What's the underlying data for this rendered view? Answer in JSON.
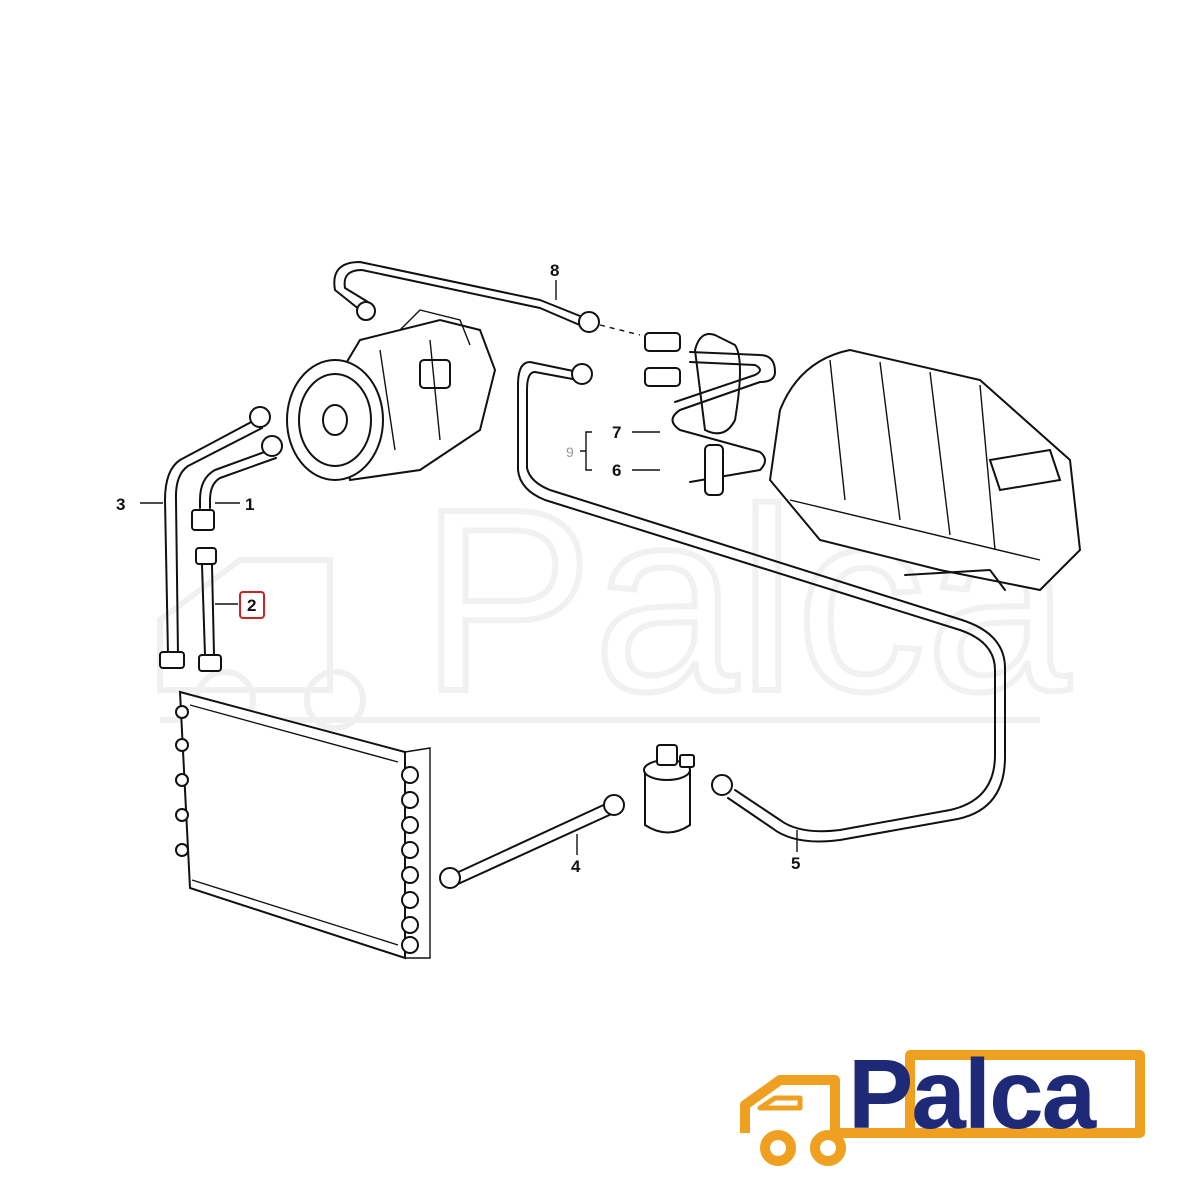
{
  "diagram": {
    "callouts": {
      "p1": "1",
      "p2": "2",
      "p3": "3",
      "p4": "4",
      "p5": "5",
      "p6": "6",
      "p7": "7",
      "p8": "8",
      "p9": "9"
    },
    "highlighted_callout": "2",
    "highlight_color": "#cc2222"
  },
  "watermark": {
    "text": "Palca"
  },
  "logo": {
    "text": "Palca",
    "text_color": "#1e2a78",
    "truck_color": "#f0a020"
  }
}
